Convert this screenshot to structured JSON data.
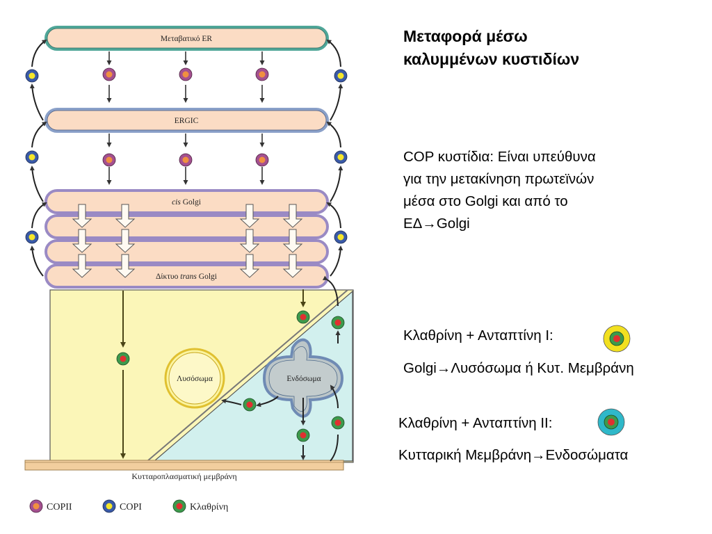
{
  "title_lines": [
    "Μεταφορά μέσω",
    "καλυμμένων κυστιδίων"
  ],
  "cop_lines": [
    "COP κυστίδια: Είναι υπεύθυνα",
    "για την μετακίνηση πρωτεϊνών",
    "μέσα στο Golgi και από το",
    "ΕΔ→Golgi"
  ],
  "adaptin1": {
    "label": "Κλαθρίνη + Ανταπτίνη Ι:",
    "route": "Golgi→Λυσόσωμα ή Κυτ. Μεμβράνη"
  },
  "adaptin2": {
    "label": "Κλαθρίνη + Ανταπτίνη ΙΙ:",
    "route": "Κυτταρική Μεμβράνη→Ενδοσώματα"
  },
  "compartments": {
    "er": "Μεταβατικό ER",
    "ergic": "ERGIC",
    "cis_italic": "cis",
    "cis_rest": " Golgi",
    "tgn_pre": "Δίκτυο ",
    "tgn_italic": "trans",
    "tgn_post": " Golgi",
    "lysosome": "Λυσόσωμα",
    "endosome": "Ενδόσωμα",
    "membrane": "Κυτταροπλασματική μεμβράνη"
  },
  "legend": {
    "copii": "COPII",
    "copi": "COPI",
    "clathrin": "Κλαθρίνη"
  },
  "colors": {
    "copii_coat": "#a4508f",
    "copii_core": "#f09040",
    "copi_coat": "#3a5aa8",
    "copi_core": "#f5e62a",
    "clathrin_coat": "#3d9a4c",
    "clathrin_core": "#e03030",
    "cisterna_fill": "#fbdcc4",
    "er_outline": "#4fa698",
    "golgi_outline": "#9a8ac4",
    "lysosome_side": "#fbf6b8",
    "endosome_side": "#d2f0ee",
    "adaptin1_ring": "#f2e020",
    "adaptin2_ring": "#2fb8c9"
  }
}
